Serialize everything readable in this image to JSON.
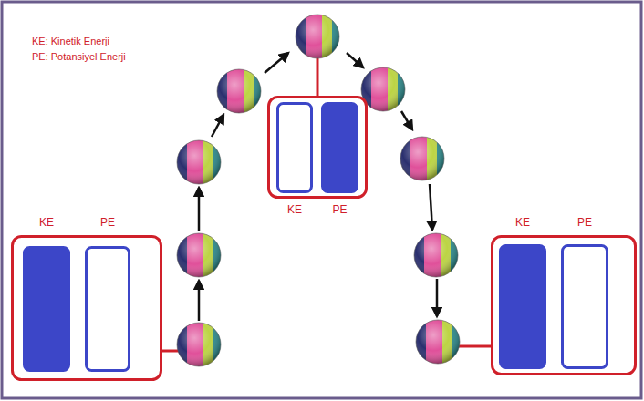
{
  "diagram": {
    "nodes": [
      {
        "text": [
          "KE",
          "PE"
        ]
      },
      {
        "text": [
          "KE",
          "PE"
        ]
      },
      {
        "text": [
          "KE",
          "PE"
        ]
      }
    ],
    "labels": [
      "KE: Kinetik Enerji",
      "PE: Potansiyel Enerji"
    ]
  }
}
